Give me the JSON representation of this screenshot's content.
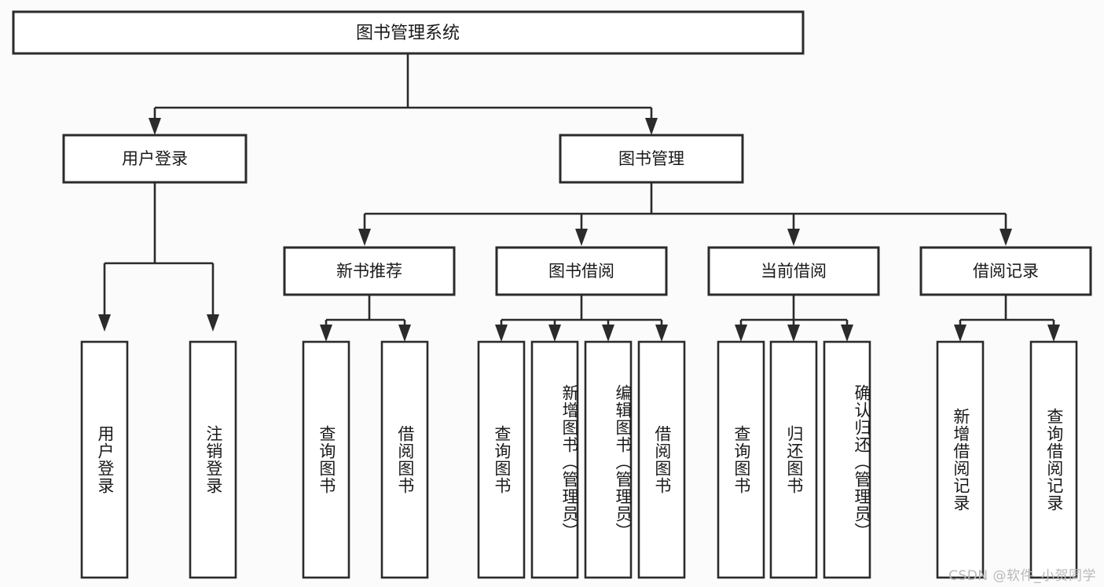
{
  "diagram": {
    "kind": "tree-structure-chart",
    "root": {
      "label": "图书管理系统"
    },
    "level1": [
      {
        "label": "用户登录"
      },
      {
        "label": "图书管理"
      }
    ],
    "level2": [
      {
        "label": "新书推荐"
      },
      {
        "label": "图书借阅"
      },
      {
        "label": "当前借阅"
      },
      {
        "label": "借阅记录"
      }
    ],
    "leaves": {
      "user_login": [
        {
          "label": "用户登录"
        },
        {
          "label": "注销登录"
        }
      ],
      "new_book_recommend": [
        {
          "label": "查询图书"
        },
        {
          "label": "借阅图书"
        }
      ],
      "book_borrow": [
        {
          "label": "查询图书"
        },
        {
          "label": "新增图书（管理员）"
        },
        {
          "label": "编辑图书（管理员）"
        },
        {
          "label": "借阅图书"
        }
      ],
      "current_borrow": [
        {
          "label": "查询图书"
        },
        {
          "label": "归还图书"
        },
        {
          "label": "确认归还（管理员）"
        }
      ],
      "borrow_record": [
        {
          "label": "新增借阅记录"
        },
        {
          "label": "查询借阅记录"
        }
      ]
    }
  },
  "watermark": {
    "text": "CSDN @软件_小贺同学"
  },
  "colors": {
    "stroke": "#2b2b2b",
    "node_fill": "#ffffff",
    "background": "#fbfbfb",
    "text": "#1a1a1a",
    "watermark": "#b9b9b9"
  }
}
